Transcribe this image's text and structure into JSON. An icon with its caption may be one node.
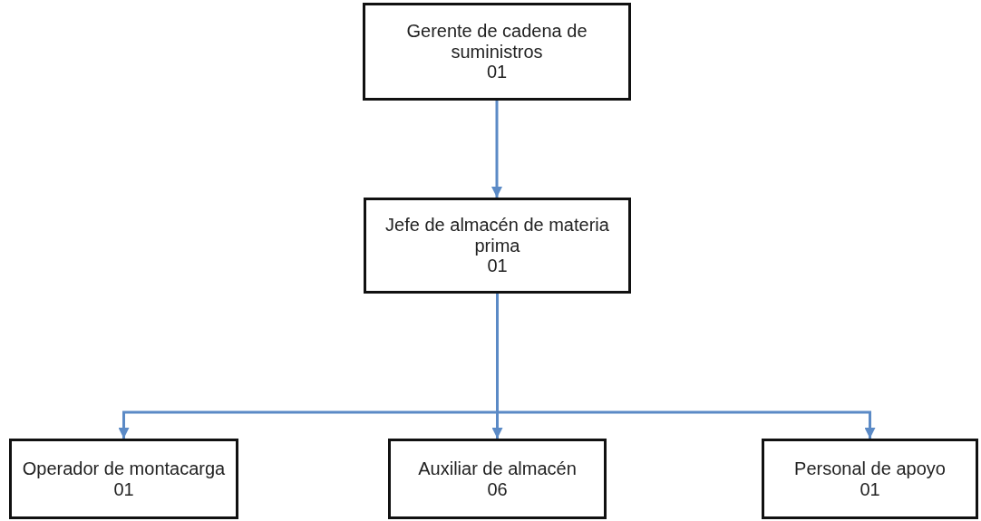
{
  "diagram": {
    "nodes": [
      {
        "text": [
          "Gerente de cadena de suministros",
          "01"
        ]
      },
      {
        "text": [
          "Jefe de almacén de materia prima",
          "01"
        ]
      },
      {
        "text": [
          "Operador de montacarga",
          "01"
        ]
      },
      {
        "text": [
          "Auxiliar de almacén",
          "06"
        ]
      },
      {
        "text": [
          "Personal de apoyo",
          "01"
        ]
      }
    ],
    "edges": [
      {
        "from": 0,
        "to": 1,
        "arrow": "to"
      },
      {
        "from": 1,
        "to": 2,
        "arrow": "to"
      },
      {
        "from": 1,
        "to": 3,
        "arrow": "to"
      },
      {
        "from": 1,
        "to": 4,
        "arrow": "to"
      }
    ]
  }
}
